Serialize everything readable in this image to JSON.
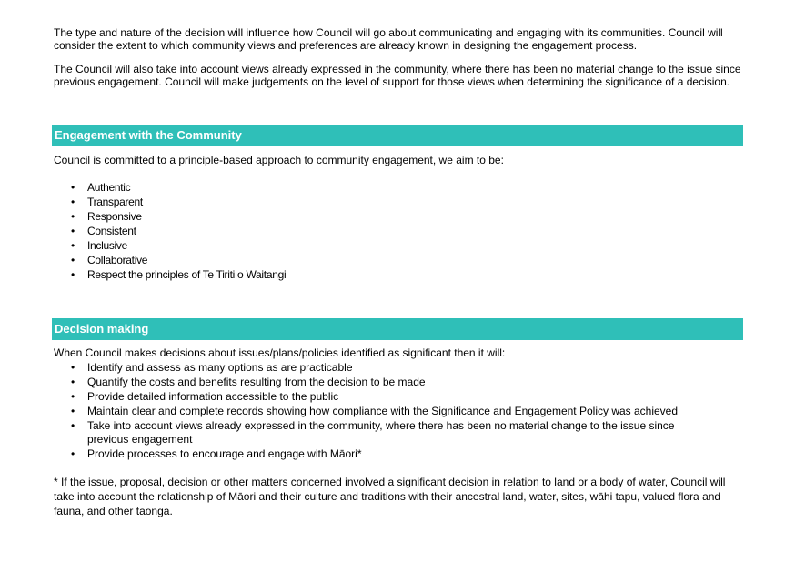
{
  "intro": {
    "p1": "The type and nature of the decision will influence how Council will go about communicating and engaging with its communities. Council will consider the extent to which community views and preferences are already known in designing the engagement process.",
    "p2": "The Council will also take into account views already expressed in the community, where there has been no material change to the issue since previous engagement. Council will make judgements on the level of support for those views when determining the significance of a decision."
  },
  "engagement": {
    "heading": "Engagement with the Community",
    "lead": "Council is committed to a principle-based approach to community engagement, we aim to be:",
    "values": [
      "Authentic",
      "Transparent",
      "Responsive",
      "Consistent",
      "Inclusive",
      "Collaborative",
      "Respect the principles of Te Tiriti o Waitangi"
    ]
  },
  "decision": {
    "heading": "Decision making",
    "lead": "When Council makes decisions about issues/plans/policies identified as significant then it will:",
    "items": [
      "Identify and assess as many options as are practicable",
      "Quantify the costs and benefits resulting from the decision to be made",
      "Provide detailed information accessible to the public",
      "Maintain clear and complete records showing how compliance with the Significance and Engagement Policy was achieved",
      "Take into account views already expressed in the community, where there has been no material change to the issue since previous engagement",
      "Provide processes to encourage and engage with Māori*"
    ],
    "footnote": "*  If the issue, proposal, decision or other matters concerned involved a significant decision in relation to land or a body of water, Council will take into account the relationship of Māori and their culture and traditions with their ancestral land, water, sites, wāhi tapu, valued flora and fauna, and other taonga."
  }
}
